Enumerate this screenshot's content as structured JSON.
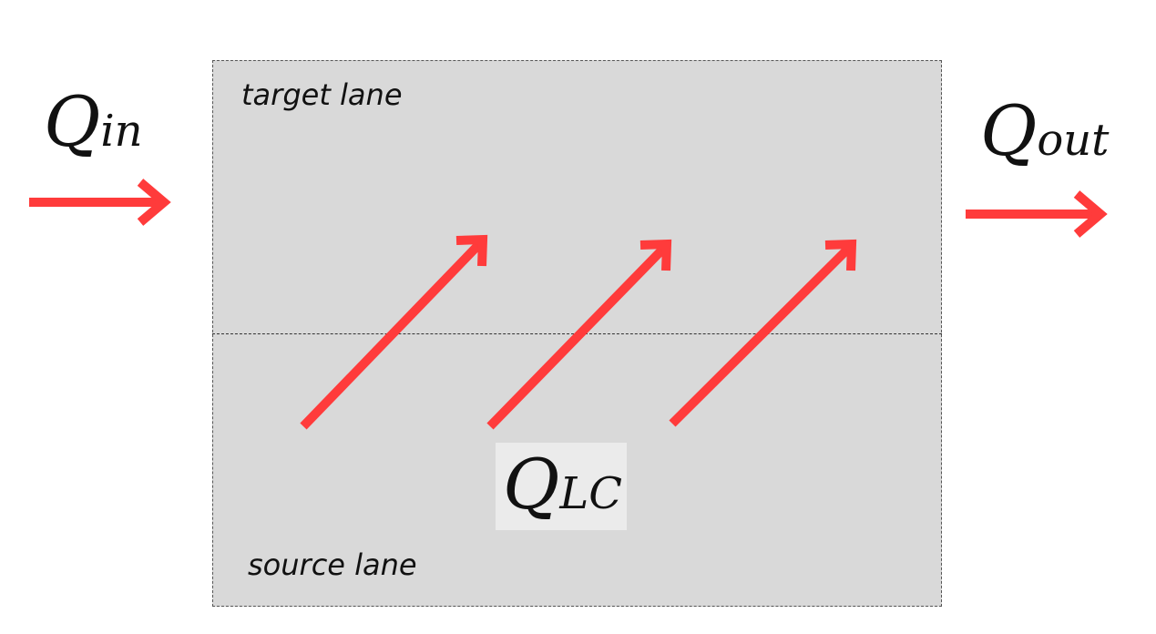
{
  "diagram": {
    "inflow_symbol": "Q",
    "inflow_subscript": "in",
    "outflow_symbol": "Q",
    "outflow_subscript": "out",
    "lane_change_symbol": "Q",
    "lane_change_subscript": "LC",
    "target_lane_label": "target lane",
    "source_lane_label": "source lane"
  },
  "colors": {
    "arrow": "#ff3b3b",
    "road": "#d9d9d9",
    "label_box": "#ebebeb"
  }
}
